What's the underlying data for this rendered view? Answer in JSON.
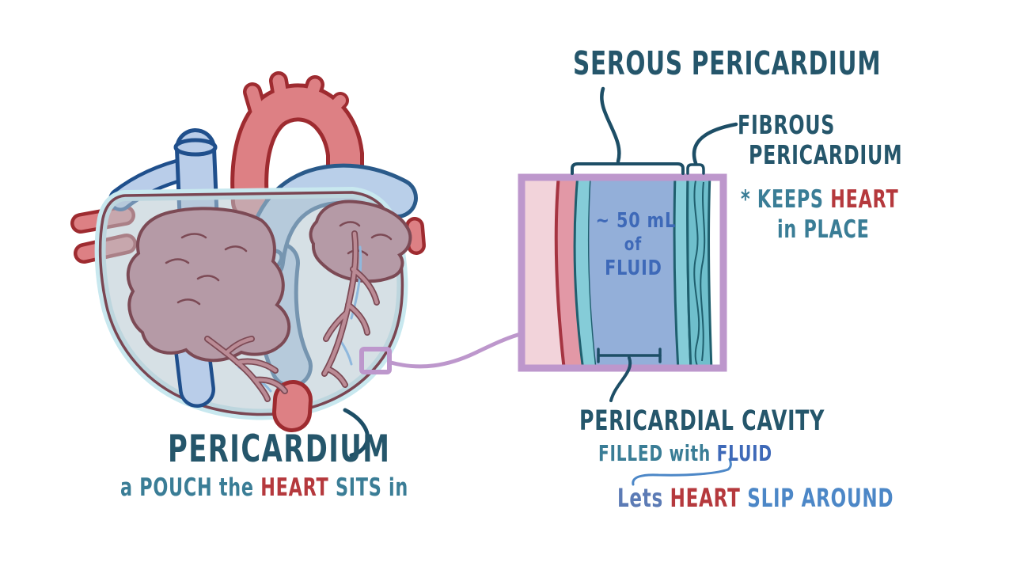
{
  "palette": {
    "dark_teal_text": "#25566b",
    "medium_teal_text": "#3a7d96",
    "red_text": "#b5393d",
    "blue_text": "#3e69b8",
    "medium_blue_text": "#4c87c7",
    "slate_blue_text": "#5c7bb5",
    "purple_accent": "#bd97cc",
    "heart_red": "#dd8084",
    "vessel_blue": "#b9cde9",
    "pericardium_sac": "#b5c6d0",
    "atrium_mauve": "#b59aa6",
    "inset_pink_muscle": "#f2d3da",
    "inset_fluid_blue": "#93afd9",
    "inset_serous_teal": "#85ccd8",
    "inset_fibrous_teal": "#6fbfcc"
  },
  "heart_section": {
    "title": "PERICARDIUM",
    "subtitle_a": "a POUCH the ",
    "subtitle_b": "HEART",
    "subtitle_c": " SITS in"
  },
  "inset_section": {
    "serous_label": "SEROUS PERICARDIUM",
    "fibrous_line1": "FIBROUS",
    "fibrous_line2": "PERICARDIUM",
    "keeps_line1_a": "* KEEPS ",
    "keeps_line1_b": "HEART",
    "keeps_line2": "in PLACE",
    "fluid_line1": "~ 50 mL",
    "fluid_line2": "of",
    "fluid_line3": "FLUID",
    "cavity_label": "PERICARDIAL CAVITY",
    "filled_a": "FILLED with ",
    "filled_b": "FLUID",
    "slip_a": "Lets ",
    "slip_b": "HEART",
    "slip_c": " SLIP AROUND"
  }
}
